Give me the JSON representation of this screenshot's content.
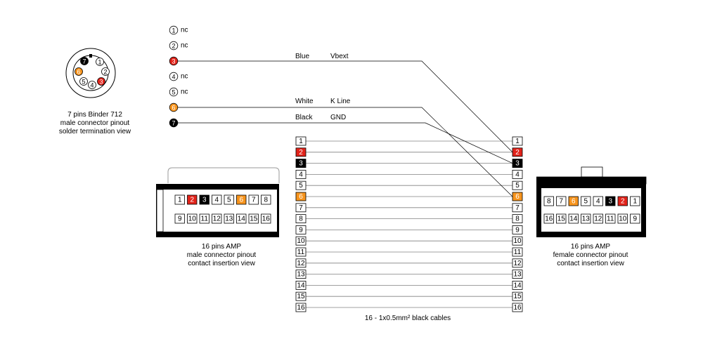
{
  "colors": {
    "red": "#e2231a",
    "orange": "#f7941d",
    "black": "#000000",
    "wire": "#808080",
    "shell": "#9a9a9a"
  },
  "binder": {
    "pins_ring": [
      {
        "n": "7",
        "color": "black"
      },
      {
        "n": "1",
        "color": "white"
      },
      {
        "n": "2",
        "color": "white"
      },
      {
        "n": "3",
        "color": "red"
      },
      {
        "n": "4",
        "color": "white"
      },
      {
        "n": "5",
        "color": "white"
      },
      {
        "n": "6",
        "color": "orange"
      }
    ],
    "caption": [
      "7 pins Binder 712",
      "male connector pinout",
      "solder termination view"
    ]
  },
  "binder_pins": [
    {
      "n": "1",
      "color": "white",
      "label": "nc"
    },
    {
      "n": "2",
      "color": "white",
      "label": "nc"
    },
    {
      "n": "3",
      "color": "red",
      "label": ""
    },
    {
      "n": "4",
      "color": "white",
      "label": "nc"
    },
    {
      "n": "5",
      "color": "white",
      "label": "nc"
    },
    {
      "n": "6",
      "color": "orange",
      "label": ""
    },
    {
      "n": "7",
      "color": "black",
      "label": ""
    }
  ],
  "signals": [
    {
      "wire": "Blue",
      "signal": "Vbext"
    },
    {
      "wire": "White",
      "signal": "K Line"
    },
    {
      "wire": "Black",
      "signal": "GND"
    }
  ],
  "amp_pins": [
    {
      "n": "1",
      "color": "white"
    },
    {
      "n": "2",
      "color": "red"
    },
    {
      "n": "3",
      "color": "black"
    },
    {
      "n": "4",
      "color": "white"
    },
    {
      "n": "5",
      "color": "white"
    },
    {
      "n": "6",
      "color": "orange"
    },
    {
      "n": "7",
      "color": "white"
    },
    {
      "n": "8",
      "color": "white"
    },
    {
      "n": "9",
      "color": "white"
    },
    {
      "n": "10",
      "color": "white"
    },
    {
      "n": "11",
      "color": "white"
    },
    {
      "n": "12",
      "color": "white"
    },
    {
      "n": "13",
      "color": "white"
    },
    {
      "n": "14",
      "color": "white"
    },
    {
      "n": "15",
      "color": "white"
    },
    {
      "n": "16",
      "color": "white"
    }
  ],
  "male_amp": {
    "caption": [
      "16 pins AMP",
      "male connector pinout",
      "contact insertion view"
    ]
  },
  "female_amp": {
    "caption": [
      "16 pins AMP",
      "female connector pinout",
      "contact insertion view"
    ]
  },
  "cable_caption": "16 - 1x0.5mm² black cables"
}
